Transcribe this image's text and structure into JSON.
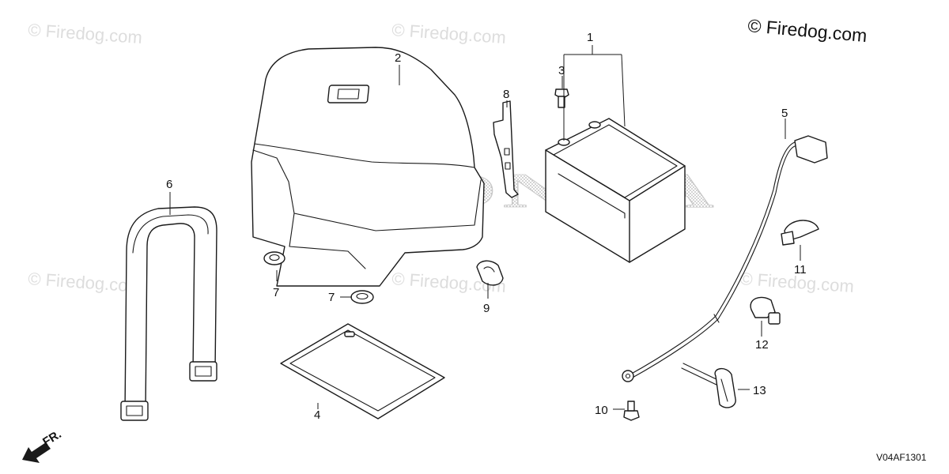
{
  "watermark": {
    "main_text": "© Firedog.com",
    "tiled_text": "© Firedog.com",
    "color": "#dddddd"
  },
  "logo": {
    "text": "HONDA",
    "color": "#c8c8c8"
  },
  "callouts": [
    "1",
    "2",
    "3",
    "4",
    "5",
    "6",
    "7",
    "7",
    "8",
    "9",
    "10",
    "11",
    "12",
    "13"
  ],
  "parts": [
    {
      "ref": "1",
      "icon": "battery-icon"
    },
    {
      "ref": "2",
      "icon": "battery-cover-icon"
    },
    {
      "ref": "3",
      "icon": "terminal-bolt-icon"
    },
    {
      "ref": "4",
      "icon": "battery-tray-icon"
    },
    {
      "ref": "5",
      "icon": "battery-cable-icon"
    },
    {
      "ref": "6",
      "icon": "battery-band-icon"
    },
    {
      "ref": "7",
      "icon": "grommet-icon"
    },
    {
      "ref": "8",
      "icon": "battery-holder-icon"
    },
    {
      "ref": "9",
      "icon": "rubber-grommet-icon"
    },
    {
      "ref": "10",
      "icon": "flange-bolt-icon"
    },
    {
      "ref": "11",
      "icon": "wire-band-icon"
    },
    {
      "ref": "12",
      "icon": "clamp-icon"
    },
    {
      "ref": "13",
      "icon": "cable-tie-icon"
    }
  ],
  "direction": {
    "label": "FR."
  },
  "reference_code": "V04AF1301"
}
